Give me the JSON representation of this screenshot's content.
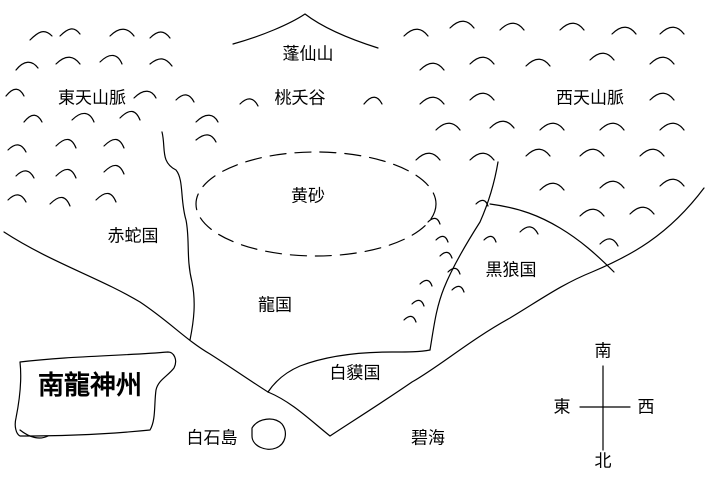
{
  "map": {
    "mountains": {
      "houxian": "蓬仙山",
      "east_range": "東天山脈",
      "west_range": "西天山脈"
    },
    "valley": "桃夭谷",
    "desert": "黄砂",
    "countries": {
      "sekija": "赤蛇国",
      "ryu": "龍国",
      "kokuro": "黒狼国",
      "hakubaku": "白貘国"
    },
    "island": "白石島",
    "sea": "碧海",
    "title": "南龍神州",
    "compass": {
      "south": "南",
      "north": "北",
      "east": "東",
      "west": "西"
    },
    "colors": {
      "ink": "#000000",
      "background": "#ffffff"
    }
  }
}
